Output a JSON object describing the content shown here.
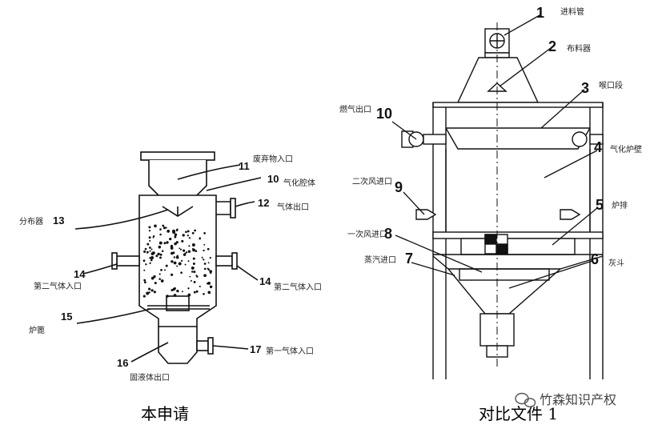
{
  "left_figure": {
    "caption": "本申请",
    "callouts": [
      {
        "number": "11",
        "label": "废弃物入口"
      },
      {
        "number": "10",
        "label": "气化腔体"
      },
      {
        "number": "12",
        "label": "气体出口"
      },
      {
        "number": "13",
        "label": "分布器"
      },
      {
        "number": "14",
        "label": "第二气体入口"
      },
      {
        "number": "14",
        "label": "第二气体入口"
      },
      {
        "number": "15",
        "label": "炉篦"
      },
      {
        "number": "16",
        "label": "固液体出口"
      },
      {
        "number": "17",
        "label": "第一气体入口"
      }
    ]
  },
  "right_figure": {
    "caption": "对比文件 1",
    "callouts": [
      {
        "number": "1",
        "label": "进料管"
      },
      {
        "number": "2",
        "label": "布料器"
      },
      {
        "number": "3",
        "label": "喉口段"
      },
      {
        "number": "10",
        "label": "燃气出口"
      },
      {
        "number": "4",
        "label": "气化炉壁"
      },
      {
        "number": "9",
        "label": "二次风进口"
      },
      {
        "number": "5",
        "label": "炉排"
      },
      {
        "number": "8",
        "label": "一次风进口"
      },
      {
        "number": "7",
        "label": "蒸汽进口"
      },
      {
        "number": "6",
        "label": "灰斗"
      }
    ]
  },
  "watermark": {
    "text": "竹森知识产权",
    "icon": "wechat-icon"
  }
}
